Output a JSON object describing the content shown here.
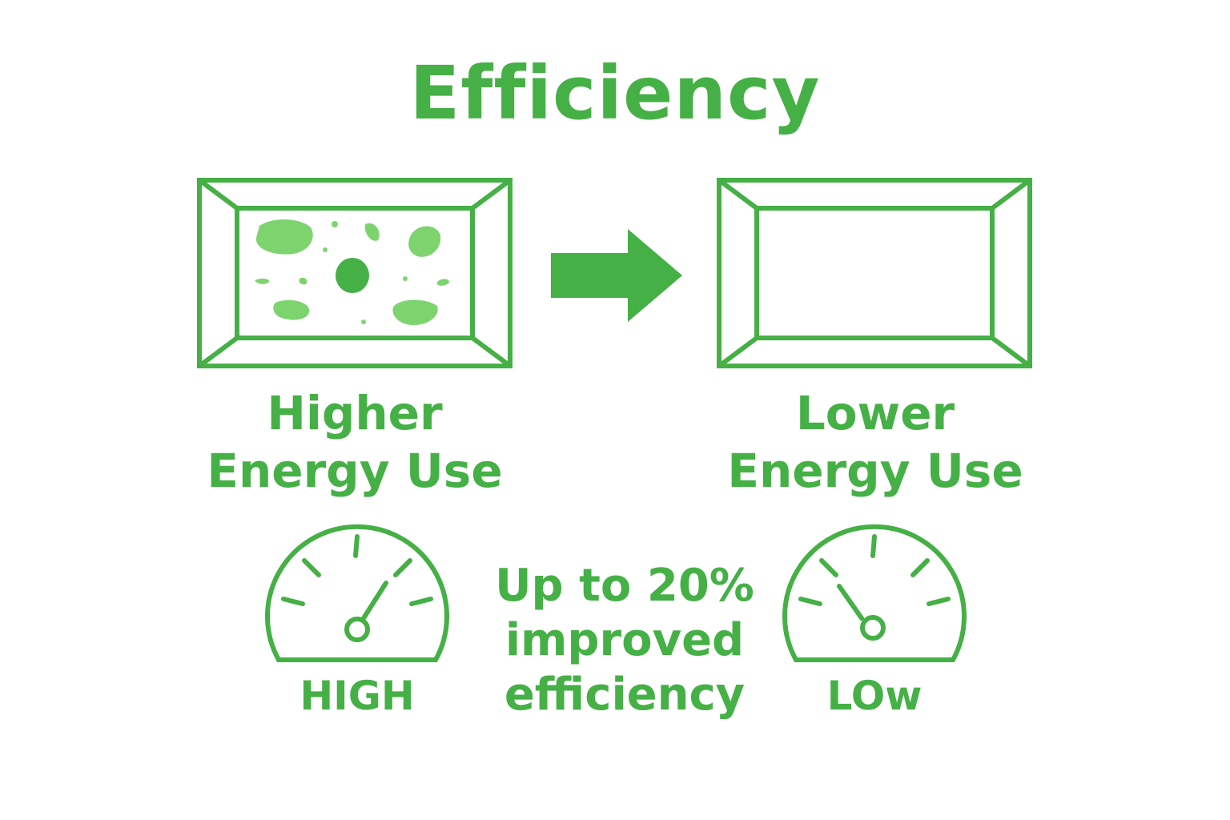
{
  "title": "Efficiency",
  "colors": {
    "primary": "#45b045",
    "accent_light": "#7dd46f",
    "background": "#ffffff"
  },
  "before": {
    "label_line1": "Higher",
    "label_line2": "Energy Use",
    "icon": "dirty-filter-icon"
  },
  "after": {
    "label_line1": "Lower",
    "label_line2": "Energy Use",
    "icon": "clean-filter-icon"
  },
  "arrow": {
    "icon": "right-arrow-icon"
  },
  "gauges": {
    "high": {
      "label": "HIGH",
      "icon": "gauge-high-icon"
    },
    "low": {
      "label": "LOw",
      "icon": "gauge-low-icon"
    }
  },
  "callout": {
    "line1": "Up to 20%",
    "line2": "improved",
    "line3": "efficiency"
  }
}
